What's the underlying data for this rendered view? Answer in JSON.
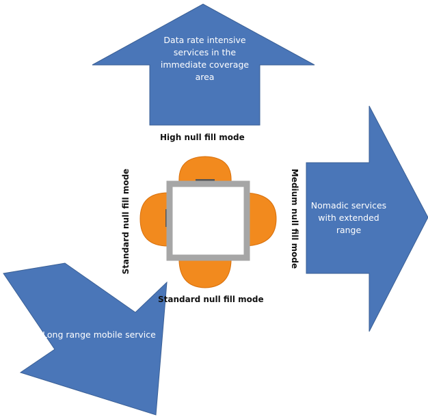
{
  "colors": {
    "arrow_fill": "#4a76b8",
    "arrow_stroke": "#3a5f95",
    "antenna_orange": "#f28a1e",
    "antenna_dark": "#d8700c",
    "frame_gray": "#a6a6a6",
    "label_text": "#111111",
    "arrow_text": "#ffffff"
  },
  "arrows": {
    "top": {
      "lines": [
        "Data rate intensive",
        "services in the",
        "immediate coverage",
        "area"
      ],
      "icon": "arrow-up-shape"
    },
    "right": {
      "lines": [
        "Nomadic services",
        "with extended",
        "range"
      ],
      "icon": "arrow-right-shape"
    },
    "bottom_left": {
      "lines": [
        "Long range mobile service"
      ],
      "icon": "arrow-down-left-shape"
    }
  },
  "modes": {
    "top": "High null fill mode",
    "right": "Medium null fill mode",
    "left": "Standard null fill mode",
    "bottom": "Standard null fill mode"
  }
}
